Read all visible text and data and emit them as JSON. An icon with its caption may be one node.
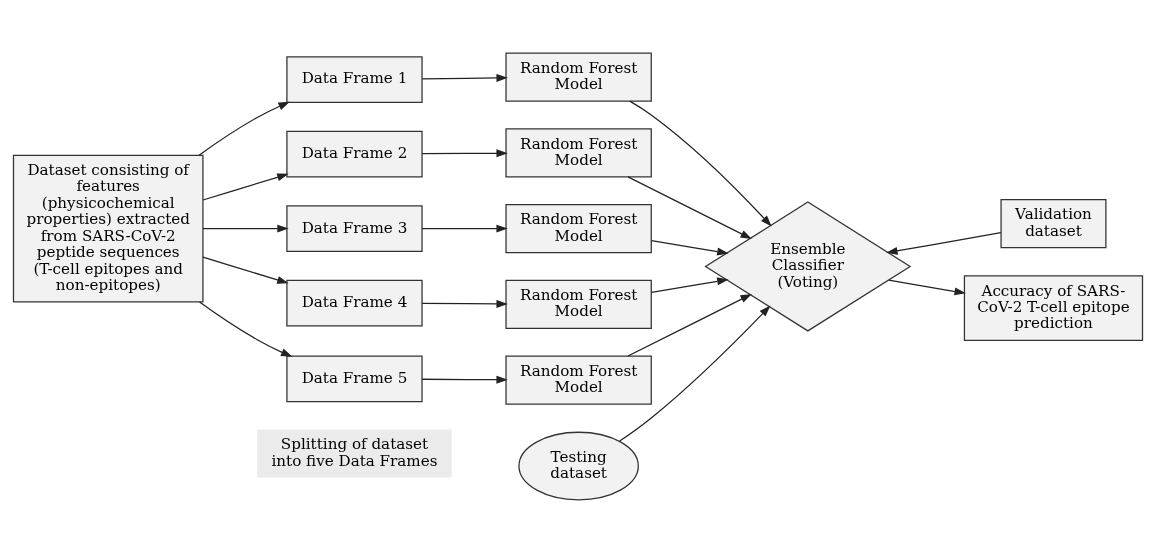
{
  "diagram": {
    "nodes": [
      {
        "text": [
          "Splitting of dataset into five Data Frames"
        ]
      },
      {
        "text": [
          "Dataset consisting of features (physicochemical properties) extracted from SARS-CoV-2 peptide sequences (T-cell epitopes and non-epitopes)"
        ]
      },
      {
        "text": [
          "Data Frame 1"
        ]
      },
      {
        "text": [
          "Data Frame 2"
        ]
      },
      {
        "text": [
          "Data Frame 3"
        ]
      },
      {
        "text": [
          "Data Frame 4"
        ]
      },
      {
        "text": [
          "Data Frame 5"
        ]
      },
      {
        "text": [
          "Random Forest Model"
        ]
      },
      {
        "text": [
          "Random Forest Model"
        ]
      },
      {
        "text": [
          "Random Forest Model"
        ]
      },
      {
        "text": [
          "Random Forest Model"
        ]
      },
      {
        "text": [
          "Random Forest Model"
        ]
      },
      {
        "text": [
          "Testing dataset"
        ]
      },
      {
        "text": [
          "Ensemble Classifier (Voting)"
        ]
      },
      {
        "text": [
          "Validation dataset"
        ]
      },
      {
        "text": [
          "Accuracy of SARS-CoV-2 T-cell epitope prediction"
        ]
      }
    ],
    "edges": [
      {
        "from": 1,
        "to": 2,
        "arrow": "to"
      },
      {
        "from": 1,
        "to": 3,
        "arrow": "to"
      },
      {
        "from": 1,
        "to": 4,
        "arrow": "to"
      },
      {
        "from": 1,
        "to": 5,
        "arrow": "to"
      },
      {
        "from": 1,
        "to": 6,
        "arrow": "to"
      },
      {
        "from": 2,
        "to": 7,
        "arrow": "to"
      },
      {
        "from": 3,
        "to": 8,
        "arrow": "to"
      },
      {
        "from": 4,
        "to": 9,
        "arrow": "to"
      },
      {
        "from": 5,
        "to": 10,
        "arrow": "to"
      },
      {
        "from": 6,
        "to": 11,
        "arrow": "to"
      },
      {
        "from": 7,
        "to": 13,
        "arrow": "to"
      },
      {
        "from": 8,
        "to": 13,
        "arrow": "to"
      },
      {
        "from": 9,
        "to": 13,
        "arrow": "to"
      },
      {
        "from": 10,
        "to": 13,
        "arrow": "to"
      },
      {
        "from": 11,
        "to": 13,
        "arrow": "to"
      },
      {
        "from": 12,
        "to": 13,
        "arrow": "to"
      },
      {
        "from": 14,
        "to": 13,
        "arrow": "to"
      },
      {
        "from": 13,
        "to": 15,
        "arrow": "to"
      }
    ]
  }
}
